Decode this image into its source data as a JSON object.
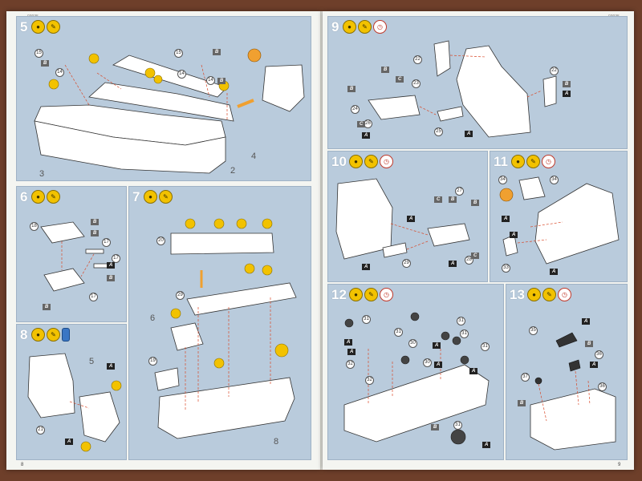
{
  "pages": {
    "left": {
      "number": "8",
      "code": "03935"
    },
    "right": {
      "number": "9",
      "code": "03935"
    }
  },
  "steps": [
    {
      "number": "5",
      "sub_labels": [
        "3",
        "4",
        "2"
      ],
      "parts": [
        "15",
        "15",
        "14",
        "14",
        "14"
      ],
      "tags": [
        "B",
        "B",
        "B"
      ]
    },
    {
      "number": "6",
      "parts": [
        "18",
        "17",
        "17",
        "17"
      ],
      "tags": [
        "B",
        "B",
        "B",
        "B",
        "A"
      ]
    },
    {
      "number": "7",
      "sub_labels": [
        "6",
        "8"
      ],
      "parts": [
        "20",
        "29",
        "19"
      ]
    },
    {
      "number": "8",
      "sub_labels": [
        "5"
      ],
      "parts": [
        "21"
      ],
      "tags": [
        "A",
        "A"
      ]
    },
    {
      "number": "9",
      "parts": [
        "22",
        "22",
        "23",
        "24",
        "25",
        "26"
      ],
      "tags": [
        "B",
        "A",
        "B",
        "C",
        "B",
        "C",
        "A",
        "A"
      ]
    },
    {
      "number": "10",
      "parts": [
        "27",
        "28",
        "29"
      ],
      "tags": [
        "C",
        "B",
        "B",
        "A",
        "A",
        "C",
        "A"
      ]
    },
    {
      "number": "11",
      "parts": [
        "33",
        "34",
        "34"
      ],
      "tags": [
        "A",
        "A",
        "A"
      ]
    },
    {
      "number": "12",
      "parts": [
        "31",
        "31",
        "31",
        "32",
        "32",
        "30",
        "30",
        "31",
        "31",
        "31"
      ],
      "tags": [
        "A",
        "A",
        "A",
        "A",
        "A",
        "B",
        "A"
      ]
    },
    {
      "number": "13",
      "parts": [
        "35",
        "36",
        "36",
        "37"
      ],
      "tags": [
        "A",
        "B",
        "A",
        "B"
      ]
    }
  ],
  "icons": [
    "glue-icon",
    "paint-icon",
    "clock-icon",
    "decal-icon",
    "paint-bottle-icon"
  ],
  "colors": {
    "panel": "#b9cbdc",
    "paper": "#f4f5f1",
    "table": "#6e3f2a",
    "icon_yellow": "#f2c200",
    "arrow_red": "#d94a2a",
    "arrow_orange": "#f0a030"
  }
}
